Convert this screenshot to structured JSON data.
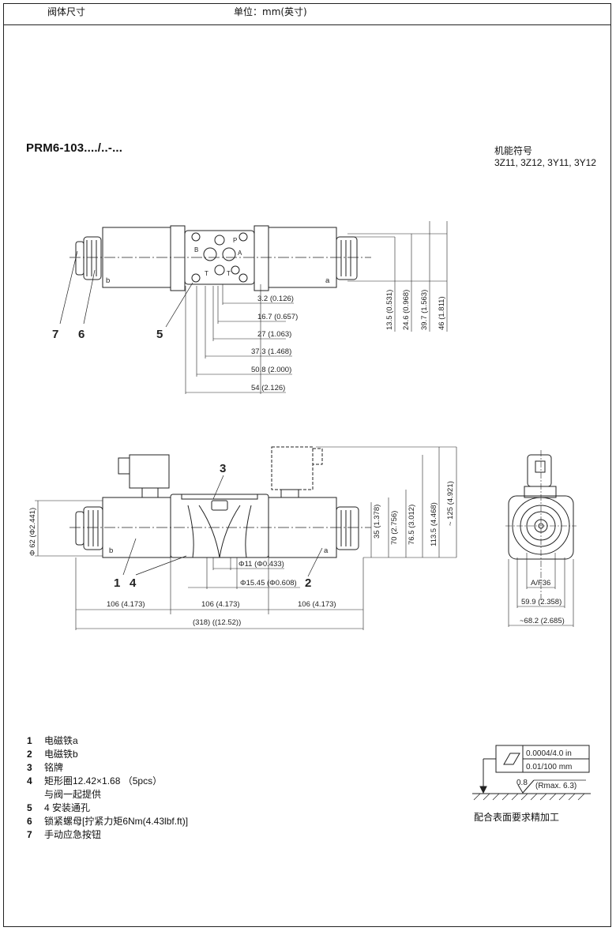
{
  "header": {
    "title": "阀体尺寸",
    "units": "单位：mm(英寸)"
  },
  "model": "PRM6-103..../..-...",
  "functions": {
    "label": "机能符号",
    "codes": "3Z11, 3Z12, 3Y11, 3Y12"
  },
  "top_view": {
    "callouts": [
      "7",
      "6",
      "5"
    ],
    "port_letters": [
      "P",
      "A",
      "B",
      "T",
      "T"
    ],
    "solenoid_marks": [
      "b",
      "a"
    ],
    "horiz_dims": [
      "3.2 (0.126)",
      "16.7 (0.657)",
      "27 (1.063)",
      "37.3 (1.468)",
      "50.8 (2.000)",
      "54 (2.126)"
    ],
    "vert_dims": [
      "13.5 (0.531)",
      "24.6 (0.968)",
      "39.7 (1.563)",
      "46 (1.811)"
    ]
  },
  "front_view": {
    "callouts": [
      "3",
      "1",
      "4",
      "2"
    ],
    "solenoid_marks": [
      "b",
      "a"
    ],
    "dia_left": "Φ 62 (Φ2.441)",
    "vert_dims": [
      "35 (1.378)",
      "70 (2.756)",
      "76.5 (3.012)",
      "113.5 (4.468)",
      "~ 125 (4.921)"
    ],
    "bore_dims": [
      "Φ11 (Φ0.433)",
      "Φ15.45 (Φ0.608)"
    ],
    "length_dims": [
      "106 (4.173)",
      "106 (4.173)",
      "106 (4.173)"
    ],
    "overall": "(318)  ((12.52))"
  },
  "side_view": {
    "dims": [
      "A/F36",
      "59.9 (2.358)",
      "~68.2 (2.685)"
    ]
  },
  "legend": [
    {
      "num": "1",
      "text": "电磁铁a"
    },
    {
      "num": "2",
      "text": "电磁铁b"
    },
    {
      "num": "3",
      "text": "铭牌"
    },
    {
      "num": "4",
      "text": "矩形圈12.42×1.68  （5pcs）"
    },
    {
      "num": "",
      "text": "与阀一起提供"
    },
    {
      "num": "5",
      "text": " 4 安装通孔"
    },
    {
      "num": "6",
      "text": "锁紧螺母[拧紧力矩6Nm(4.43lbf.ft)]"
    },
    {
      "num": "7",
      "text": "手动应急按钮"
    }
  ],
  "surface": {
    "flatness1": "0.0004/4.0 in",
    "flatness2": "0.01/100 mm",
    "roughness_value": "0.8",
    "roughness_max": "(Rmax. 6.3)",
    "note": "配合表面要求精加工"
  }
}
